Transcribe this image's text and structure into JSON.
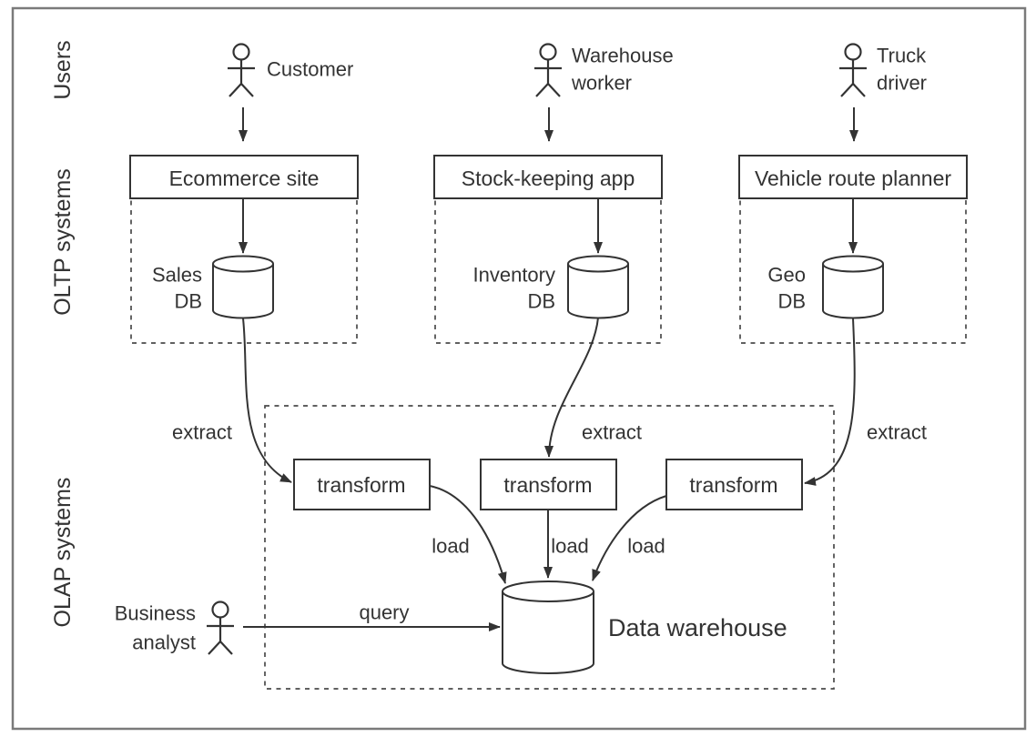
{
  "rows": {
    "users": "Users",
    "oltp": "OLTP systems",
    "olap": "OLAP systems"
  },
  "actors": {
    "customer": {
      "line1": "Customer"
    },
    "warehouse_worker": {
      "line1": "Warehouse",
      "line2": "worker"
    },
    "truck_driver": {
      "line1": "Truck",
      "line2": "driver"
    },
    "business_analyst": {
      "line1": "Business",
      "line2": "analyst"
    }
  },
  "apps": {
    "ecommerce": "Ecommerce site",
    "stock_keeping": "Stock-keeping app",
    "route_planner": "Vehicle route planner"
  },
  "databases": {
    "sales": {
      "line1": "Sales",
      "line2": "DB"
    },
    "inventory": {
      "line1": "Inventory",
      "line2": "DB"
    },
    "geo": {
      "line1": "Geo",
      "line2": "DB"
    },
    "warehouse": {
      "label": "Data warehouse"
    }
  },
  "labels": {
    "transform": "transform",
    "extract": "extract",
    "load": "load",
    "query": "query"
  },
  "icons": {
    "actor": "person-stick-figure-icon",
    "database": "database-cylinder-icon"
  },
  "colors": {
    "line": "#333333",
    "dashed_line": "#4a4a4a",
    "text": "#333333",
    "frame": "#7a7a7a",
    "background": "#ffffff"
  }
}
